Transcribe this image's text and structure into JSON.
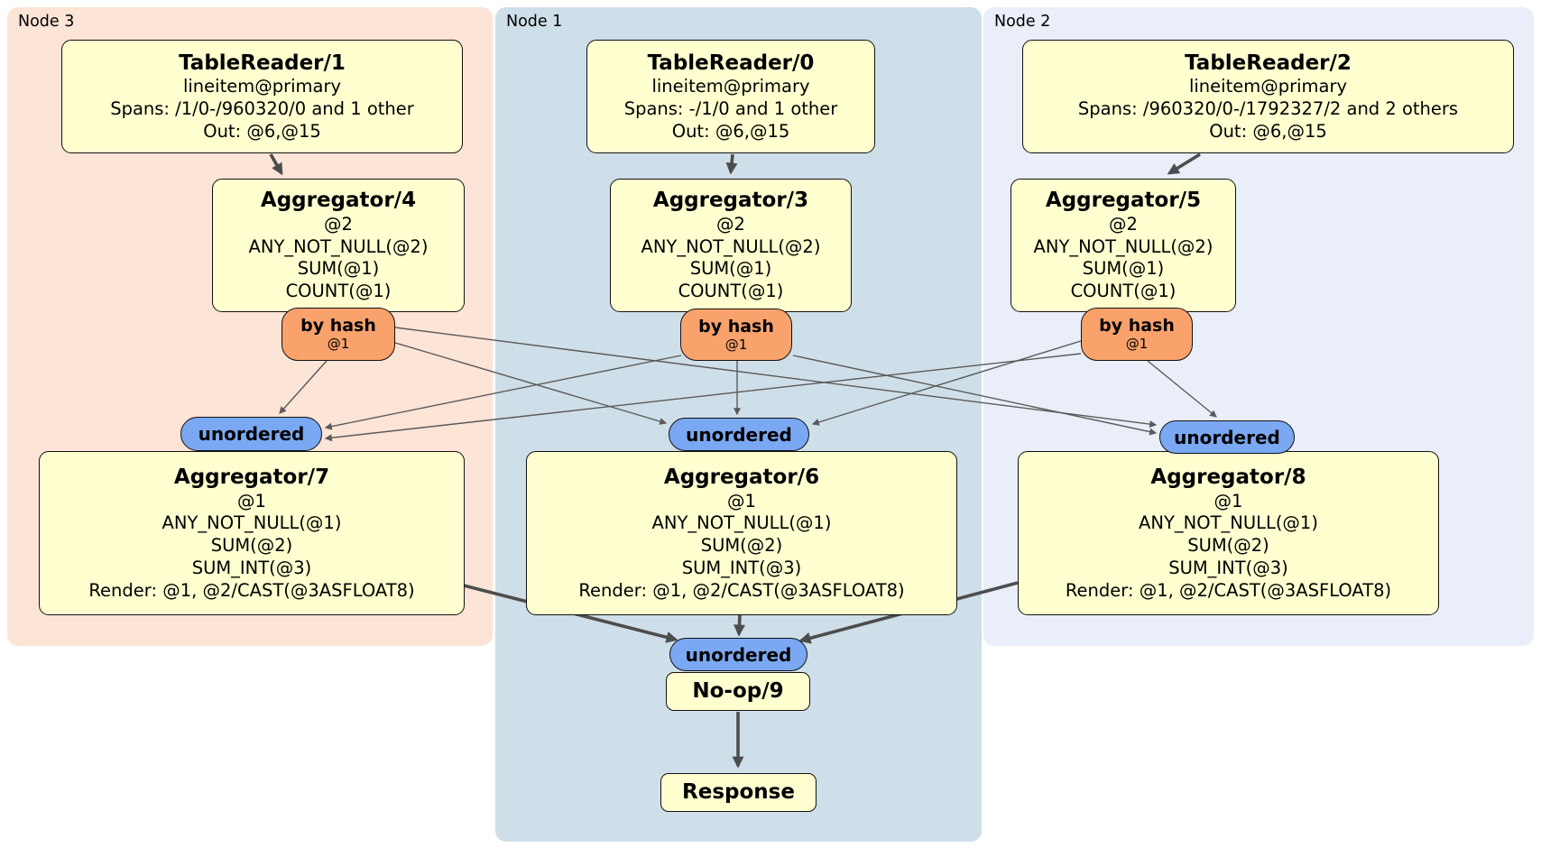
{
  "colors": {
    "region_node3_bg": "#fce4d6",
    "region_node1_bg": "#cfdfe9",
    "region_node2_bg": "#e9eef9",
    "processor_box_bg": "#ffffd0",
    "router_pill_bg": "#f9a26b",
    "sync_pill_bg": "#7aa8f2",
    "edge_color": "#4d4d4d"
  },
  "groups": [
    {
      "label": "Node 3",
      "table_reader": {
        "title": "TableReader/1",
        "lines": [
          "lineitem@primary",
          "Spans: /1/0-/960320/0 and 1 other",
          "Out: @6,@15"
        ]
      },
      "aggregator_top": {
        "title": "Aggregator/4",
        "lines": [
          "@2",
          "ANY_NOT_NULL(@2)",
          "SUM(@1)",
          "COUNT(@1)"
        ]
      },
      "router": {
        "label": "by hash",
        "detail": "@1"
      },
      "sync": {
        "label": "unordered"
      },
      "aggregator_bottom": {
        "title": "Aggregator/7",
        "lines": [
          "@1",
          "ANY_NOT_NULL(@1)",
          "SUM(@2)",
          "SUM_INT(@3)",
          "Render: @1, @2/CAST(@3ASFLOAT8)"
        ]
      }
    },
    {
      "label": "Node 1",
      "table_reader": {
        "title": "TableReader/0",
        "lines": [
          "lineitem@primary",
          "Spans: -/1/0 and 1 other",
          "Out: @6,@15"
        ]
      },
      "aggregator_top": {
        "title": "Aggregator/3",
        "lines": [
          "@2",
          "ANY_NOT_NULL(@2)",
          "SUM(@1)",
          "COUNT(@1)"
        ]
      },
      "router": {
        "label": "by hash",
        "detail": "@1"
      },
      "sync": {
        "label": "unordered"
      },
      "aggregator_bottom": {
        "title": "Aggregator/6",
        "lines": [
          "@1",
          "ANY_NOT_NULL(@1)",
          "SUM(@2)",
          "SUM_INT(@3)",
          "Render: @1, @2/CAST(@3ASFLOAT8)"
        ]
      },
      "final": {
        "sync": {
          "label": "unordered"
        },
        "noop": {
          "title": "No-op/9"
        },
        "response": {
          "title": "Response"
        }
      }
    },
    {
      "label": "Node 2",
      "table_reader": {
        "title": "TableReader/2",
        "lines": [
          "lineitem@primary",
          "Spans: /960320/0-/1792327/2 and 2 others",
          "Out: @6,@15"
        ]
      },
      "aggregator_top": {
        "title": "Aggregator/5",
        "lines": [
          "@2",
          "ANY_NOT_NULL(@2)",
          "SUM(@1)",
          "COUNT(@1)"
        ]
      },
      "router": {
        "label": "by hash",
        "detail": "@1"
      },
      "sync": {
        "label": "unordered"
      },
      "aggregator_bottom": {
        "title": "Aggregator/8",
        "lines": [
          "@1",
          "ANY_NOT_NULL(@1)",
          "SUM(@2)",
          "SUM_INT(@3)",
          "Render: @1, @2/CAST(@3ASFLOAT8)"
        ]
      }
    }
  ]
}
